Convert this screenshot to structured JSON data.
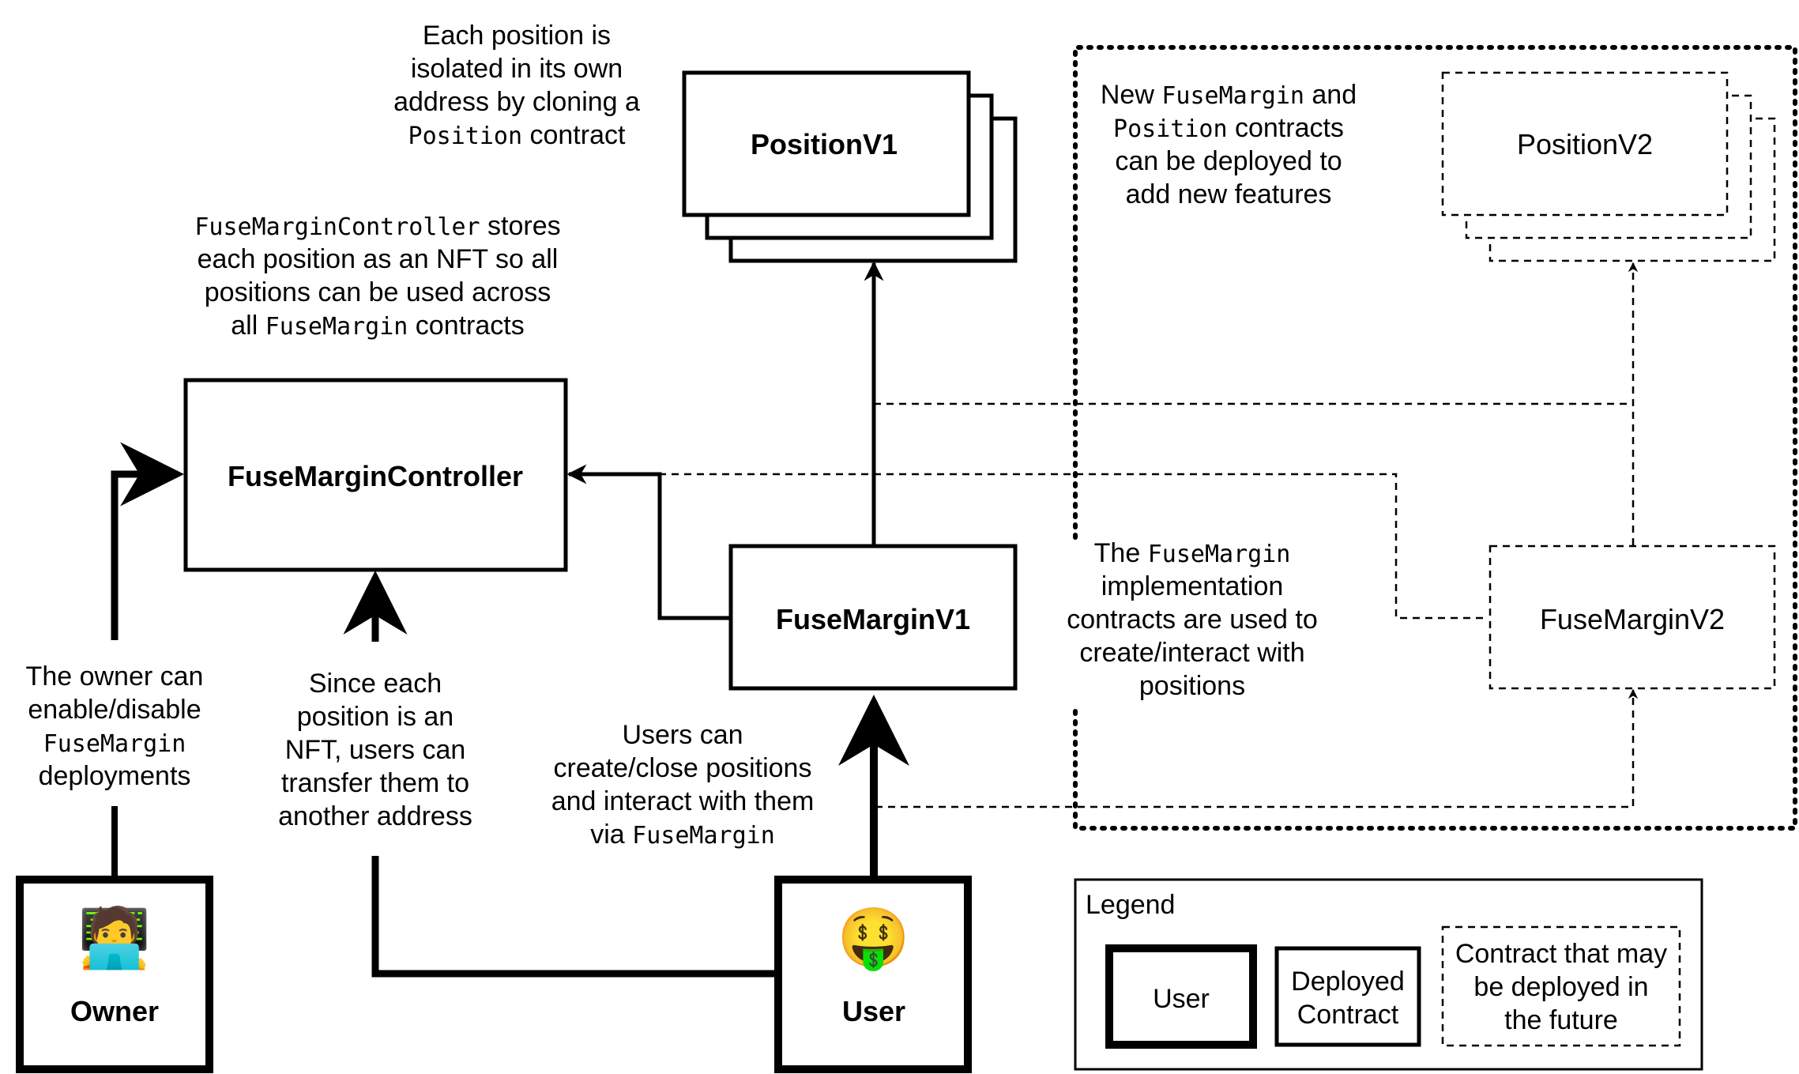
{
  "nodes": {
    "position_v1": "PositionV1",
    "position_v2": "PositionV2",
    "controller": "FuseMarginController",
    "fusemargin_v1": "FuseMarginV1",
    "fusemargin_v2": "FuseMarginV2",
    "owner": {
      "label": "Owner",
      "emoji": "🧑‍💻"
    },
    "user": {
      "label": "User",
      "emoji": "🤑"
    }
  },
  "annotations": {
    "position_note": [
      [
        {
          "t": "Each position is"
        }
      ],
      [
        {
          "t": "isolated in its own"
        }
      ],
      [
        {
          "t": "address by cloning a"
        }
      ],
      [
        {
          "t": "Position",
          "code": true
        },
        {
          "t": " contract"
        }
      ]
    ],
    "controller_note": [
      [
        {
          "t": "FuseMarginController",
          "code": true
        },
        {
          "t": " stores"
        }
      ],
      [
        {
          "t": "each position as an NFT so all"
        }
      ],
      [
        {
          "t": "positions can be used across"
        }
      ],
      [
        {
          "t": "all "
        },
        {
          "t": "FuseMargin",
          "code": true
        },
        {
          "t": " contracts"
        }
      ]
    ],
    "upgrade_note": [
      [
        {
          "t": "New "
        },
        {
          "t": "FuseMargin",
          "code": true
        },
        {
          "t": " and"
        }
      ],
      [
        {
          "t": "Position",
          "code": true
        },
        {
          "t": "  contracts"
        }
      ],
      [
        {
          "t": "can be deployed to"
        }
      ],
      [
        {
          "t": "add new features"
        }
      ]
    ],
    "implementation_note": [
      [
        {
          "t": "The "
        },
        {
          "t": "FuseMargin",
          "code": true
        }
      ],
      [
        {
          "t": "implementation"
        }
      ],
      [
        {
          "t": "contracts are used to"
        }
      ],
      [
        {
          "t": "create/interact with"
        }
      ],
      [
        {
          "t": "positions"
        }
      ]
    ],
    "owner_note": [
      [
        {
          "t": "The owner can"
        }
      ],
      [
        {
          "t": "enable/disable"
        }
      ],
      [
        {
          "t": "FuseMargin",
          "code": true
        }
      ],
      [
        {
          "t": "deployments"
        }
      ]
    ],
    "transfer_note": [
      [
        {
          "t": "Since each"
        }
      ],
      [
        {
          "t": "position is an"
        }
      ],
      [
        {
          "t": "NFT, users can"
        }
      ],
      [
        {
          "t": "transfer them to"
        }
      ],
      [
        {
          "t": "another address"
        }
      ]
    ],
    "users_note": [
      [
        {
          "t": "Users can"
        }
      ],
      [
        {
          "t": "create/close positions"
        }
      ],
      [
        {
          "t": "and interact with them"
        }
      ],
      [
        {
          "t": "via "
        },
        {
          "t": "FuseMargin",
          "code": true
        }
      ]
    ]
  },
  "legend": {
    "title": "Legend",
    "user": "User",
    "deployed": [
      "Deployed",
      "Contract"
    ],
    "future": [
      "Contract that may",
      "be deployed in",
      "the future"
    ]
  }
}
